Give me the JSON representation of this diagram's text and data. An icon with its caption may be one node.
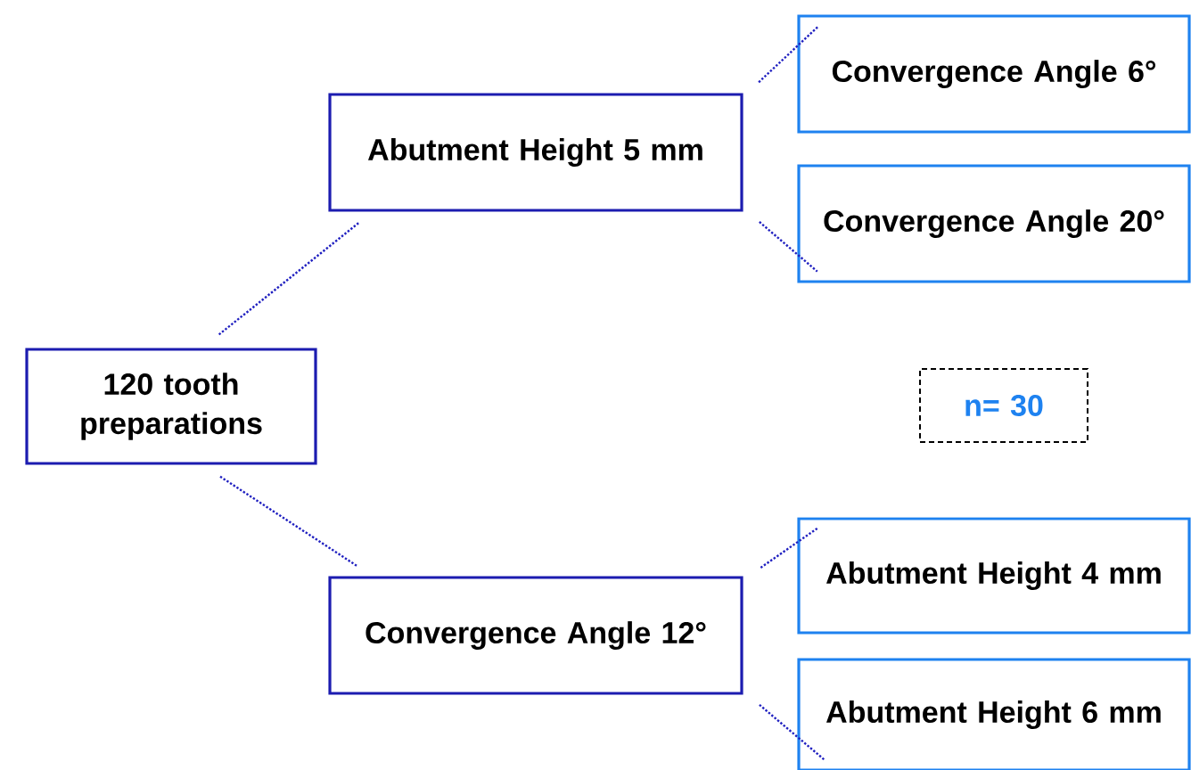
{
  "diagram": {
    "nodes": [
      {
        "text": [
          "120 tooth preparations"
        ]
      },
      {
        "text": [
          "Abutment Height 5 mm"
        ]
      },
      {
        "text": [
          "Convergence Angle 6°"
        ]
      },
      {
        "text": [
          "Convergence Angle 20°"
        ]
      },
      {
        "text": [
          "Convergence Angle 12°"
        ]
      },
      {
        "text": [
          "Abutment Height 4 mm"
        ]
      },
      {
        "text": [
          "Abutment Height 6 mm"
        ]
      },
      {
        "text": [
          "n= 30"
        ]
      }
    ],
    "edges": [
      {
        "from": 0,
        "to": 1,
        "arrow": "none",
        "style": "dashed"
      },
      {
        "from": 0,
        "to": 4,
        "arrow": "none",
        "style": "dashed"
      },
      {
        "from": 1,
        "to": 2,
        "arrow": "none",
        "style": "dashed"
      },
      {
        "from": 1,
        "to": 3,
        "arrow": "none",
        "style": "dashed"
      },
      {
        "from": 4,
        "to": 5,
        "arrow": "none",
        "style": "dashed"
      },
      {
        "from": 4,
        "to": 6,
        "arrow": "none",
        "style": "dashed"
      }
    ]
  }
}
